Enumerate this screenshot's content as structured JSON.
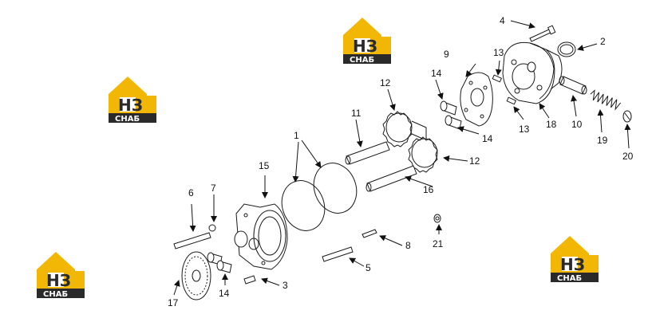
{
  "watermark": {
    "letters": "НЗ",
    "caption": "СНАБ",
    "colors": {
      "yellow": "#f2b705",
      "dark": "#2a2a2a",
      "caption_text": "#ffffff"
    }
  },
  "callouts": {
    "1": "1",
    "2": "2",
    "3": "3",
    "4": "4",
    "5": "5",
    "6": "6",
    "7": "7",
    "8": "8",
    "9": "9",
    "10": "10",
    "11": "11",
    "12a": "12",
    "12b": "12",
    "13a": "13",
    "13b": "13",
    "14a": "14",
    "14b": "14",
    "14c": "14",
    "15": "15",
    "16": "16",
    "17": "17",
    "18": "18",
    "19": "19",
    "20": "20",
    "21": "21"
  },
  "colors": {
    "line": "#1a1a1a",
    "background": "#ffffff"
  }
}
